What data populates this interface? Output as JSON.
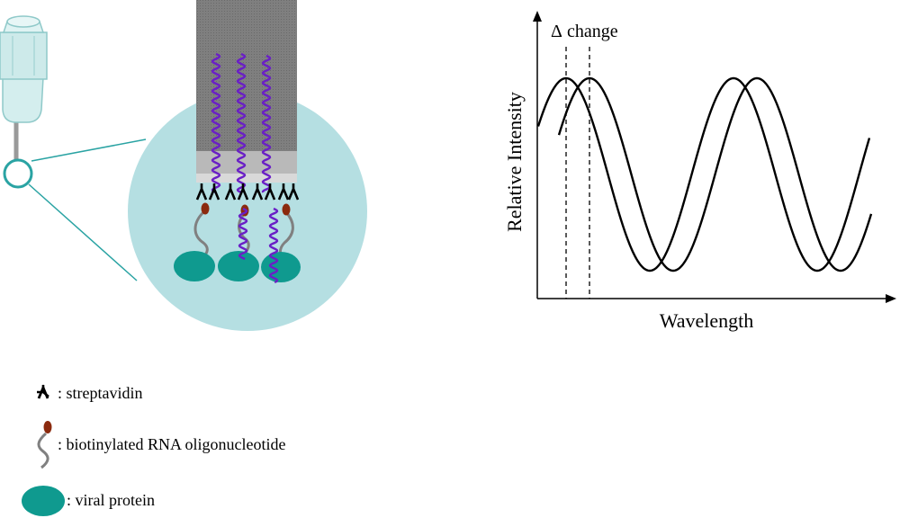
{
  "plot": {
    "delta_symbol": "Δ",
    "delta_label": "change",
    "y_axis_label": "Relative Intensity",
    "x_axis_label": "Wavelength"
  },
  "legend": {
    "items": [
      {
        "icon": "streptavidin-icon",
        "label": ": streptavidin"
      },
      {
        "icon": "biotinylated-rna-icon",
        "label": ": biotinylated RNA oligonucleotide"
      },
      {
        "icon": "viral-protein-icon",
        "label": ": viral protein"
      }
    ]
  },
  "colors": {
    "probe_body": "#d4eeee",
    "probe_outline": "#8fc9c9",
    "zoom_circle_fill": "#b5dfe2",
    "zoom_ring": "#2aa3a3",
    "fiber_tip": "#7a7a7a",
    "fiber_coating": "#b9b9b9",
    "rna_wave": "#6a1fc6",
    "linker": "#808080",
    "biotin": "#8b2a0e",
    "viral_protein": "#0f9a8f",
    "curve": "#000000"
  }
}
